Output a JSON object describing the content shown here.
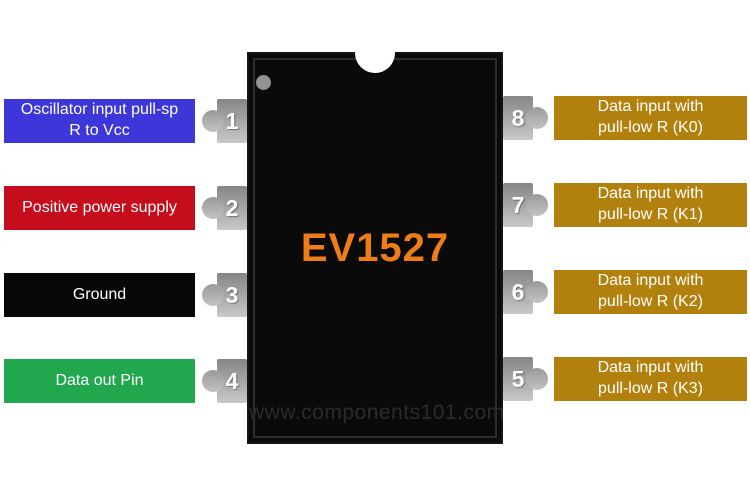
{
  "chip": {
    "title": "EV1527",
    "watermark": "www.components101.com",
    "package_pin_count": "8"
  },
  "colors": {
    "oscillator_blue": "#3d36d9",
    "power_red": "#c60d1c",
    "ground_black": "#070707",
    "data_out_green": "#21a74e",
    "data_input_gold": "#b2800c",
    "chip_body": "#0a0a0a",
    "part_number_orange": "#ee7d17",
    "pin_gray": "#a9a9a9"
  },
  "pins": {
    "left": [
      {
        "number": "1",
        "line1": "Oscillator input pull-sp",
        "line2": "R to Vcc",
        "color": "#3d36d9"
      },
      {
        "number": "2",
        "line1": "Positive power supply",
        "color": "#c60d1c"
      },
      {
        "number": "3",
        "line1": "Ground",
        "color": "#070707"
      },
      {
        "number": "4",
        "line1": "Data out Pin",
        "color": "#21a74e"
      }
    ],
    "right": [
      {
        "number": "8",
        "line1": "Data input with",
        "line2": "pull-low R (K0)",
        "color": "#b2800c"
      },
      {
        "number": "7",
        "line1": "Data input with",
        "line2": "pull-low R (K1)",
        "color": "#b2800c"
      },
      {
        "number": "6",
        "line1": "Data input with",
        "line2": "pull-low R (K2)",
        "color": "#b2800c"
      },
      {
        "number": "5",
        "line1": "Data input with",
        "line2": "pull-low R (K3)",
        "color": "#b2800c"
      }
    ]
  }
}
